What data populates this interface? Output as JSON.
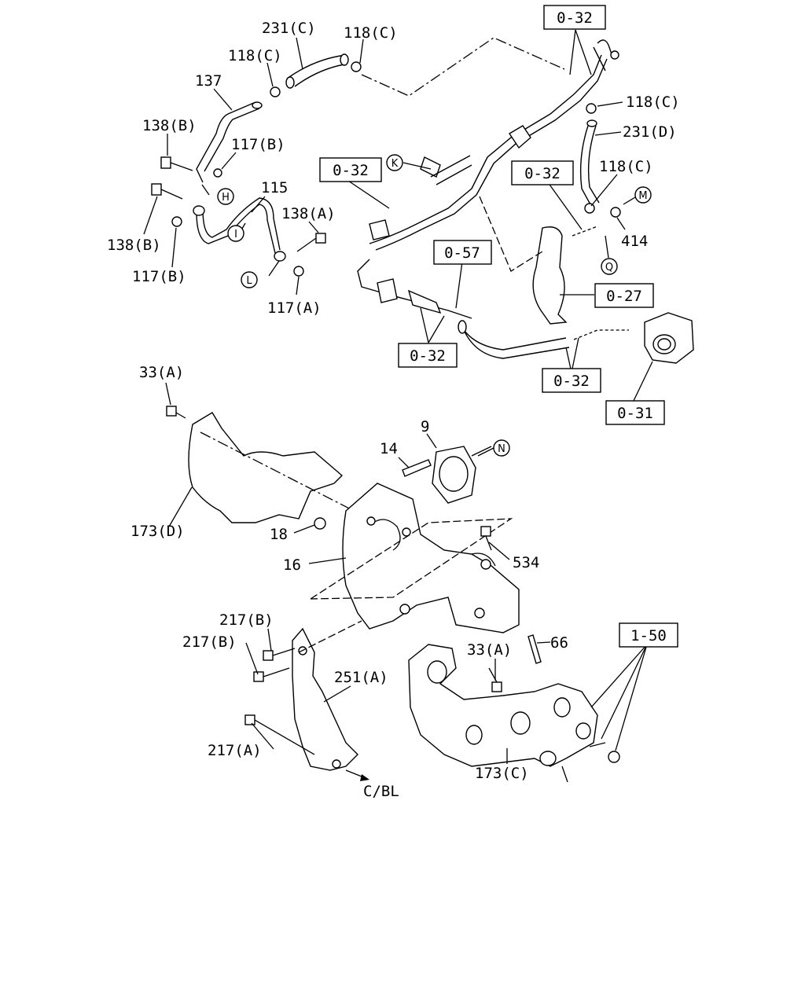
{
  "labels": {
    "p231C": "231(C)",
    "p118C_top": "118(C)",
    "p118C_left": "118(C)",
    "p137": "137",
    "p138B_top": "138(B)",
    "p117B_top": "117(B)",
    "p115": "115",
    "p138A": "138(A)",
    "p138B_left": "138(B)",
    "p117B_bottom": "117(B)",
    "p117A": "117(A)",
    "p118C_right1": "118(C)",
    "p231D": "231(D)",
    "p118C_right2": "118(C)",
    "p414": "414",
    "p33A_top": "33(A)",
    "p173D": "173(D)",
    "p14": "14",
    "p9": "9",
    "p18": "18",
    "p16": "16",
    "p534": "534",
    "p217B_1": "217(B)",
    "p217B_2": "217(B)",
    "p251A": "251(A)",
    "p33A_mid": "33(A)",
    "p66": "66",
    "p217A": "217(A)",
    "p173C": "173(C)",
    "cbl": "C/BL"
  },
  "refs": {
    "r032_top": "0-32",
    "r032_left": "0-32",
    "r032_mid": "0-32",
    "r057": "0-57",
    "r027": "0-27",
    "r032_bl": "0-32",
    "r032_br": "0-32",
    "r031": "0-31",
    "r150": "1-50"
  },
  "callouts": {
    "H": "H",
    "I": "I",
    "L": "L",
    "K": "K",
    "M": "M",
    "Q": "Q",
    "N": "N"
  }
}
